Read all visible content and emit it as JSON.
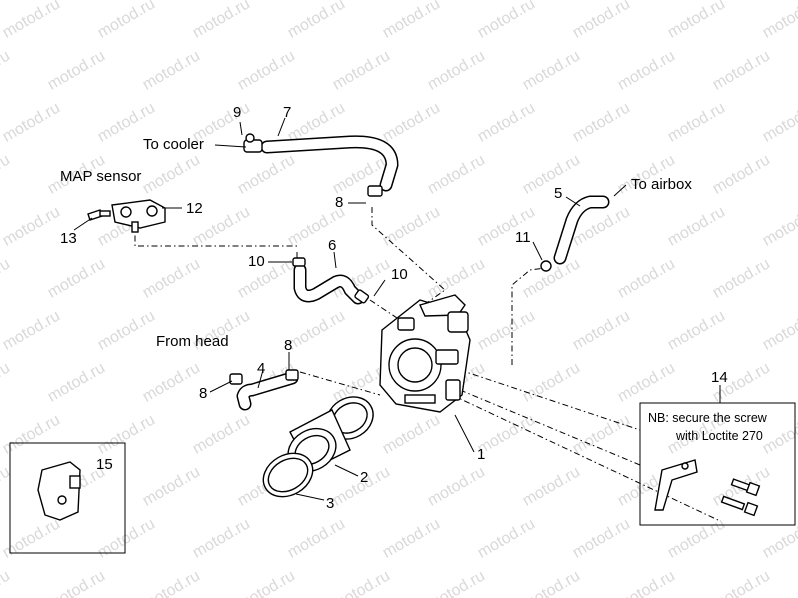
{
  "watermark": "motod.ru",
  "labels": {
    "to_cooler": "To cooler",
    "map_sensor": "MAP sensor",
    "to_airbox": "To airbox",
    "from_head": "From head"
  },
  "note": {
    "line1": "NB: secure the screw",
    "line2": "with Loctite 270"
  },
  "callouts": {
    "c1": "1",
    "c2": "2",
    "c3": "3",
    "c4": "4",
    "c5": "5",
    "c6": "6",
    "c7": "7",
    "c8a": "8",
    "c8b": "8",
    "c8c": "8",
    "c9": "9",
    "c10a": "10",
    "c10b": "10",
    "c11": "11",
    "c12": "12",
    "c13": "13",
    "c14": "14",
    "c15": "15"
  }
}
